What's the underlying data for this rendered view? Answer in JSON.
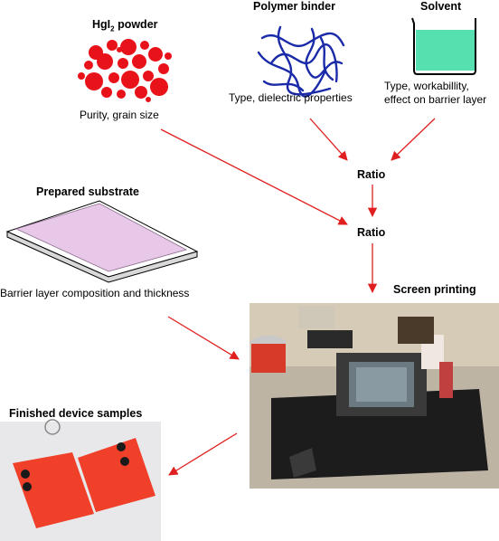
{
  "labels": {
    "powder_title_main": "HgI",
    "powder_title_sub": "2",
    "powder_title_rest": " powder",
    "powder_caption": "Purity, grain size",
    "binder_title": "Polymer binder",
    "binder_caption": "Type, dielectric properties",
    "solvent_title": "Solvent",
    "solvent_caption_1": "Type, workabillity,",
    "solvent_caption_2": "effect on barrier layer",
    "ratio_1": "Ratio",
    "ratio_2": "Ratio",
    "substrate_title": "Prepared substrate",
    "substrate_caption": "Barrier layer composition and thickness",
    "screen_title": "Screen printing",
    "finished_title": "Finished device samples"
  },
  "colors": {
    "arrow": "#e02020",
    "powder": "#e8121a",
    "binder": "#1a2aa8",
    "solvent_liquid": "#56e0b0",
    "substrate_top": "#e8c8e8",
    "sample_orange": "#f0402a",
    "table_dark": "#1c1c1c"
  },
  "icons": {
    "powder": "red-circles-cluster",
    "binder": "blue-tangled-strands",
    "solvent": "beaker-with-liquid",
    "substrate": "flat-plate",
    "screen_printing": "screen-printing-machine-photo",
    "finished_samples": "device-samples-photo"
  }
}
